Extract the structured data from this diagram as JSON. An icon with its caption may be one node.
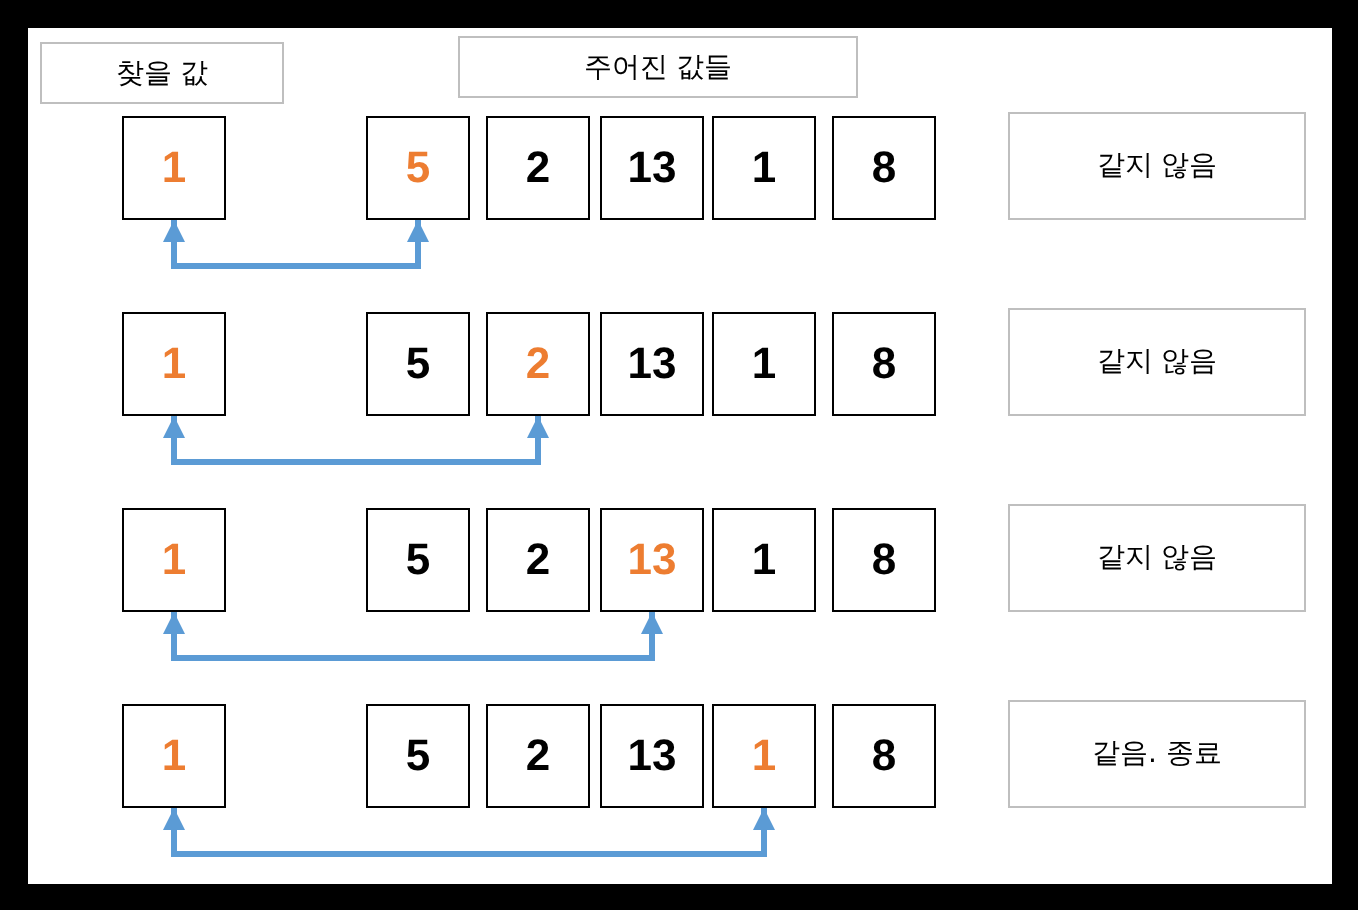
{
  "diagram": {
    "nodes": [
      {
        "text": [
          "찾을 값"
        ]
      },
      {
        "text": [
          "주어진 값들"
        ]
      },
      {
        "text": [
          "1"
        ]
      },
      {
        "text": [
          "5"
        ]
      },
      {
        "text": [
          "2"
        ]
      },
      {
        "text": [
          "13"
        ]
      },
      {
        "text": [
          "1"
        ]
      },
      {
        "text": [
          "8"
        ]
      },
      {
        "text": [
          "같지 않음"
        ]
      },
      {
        "text": [
          "1"
        ]
      },
      {
        "text": [
          "5"
        ]
      },
      {
        "text": [
          "2"
        ]
      },
      {
        "text": [
          "13"
        ]
      },
      {
        "text": [
          "1"
        ]
      },
      {
        "text": [
          "8"
        ]
      },
      {
        "text": [
          "같지 않음"
        ]
      },
      {
        "text": [
          "1"
        ]
      },
      {
        "text": [
          "5"
        ]
      },
      {
        "text": [
          "2"
        ]
      },
      {
        "text": [
          "13"
        ]
      },
      {
        "text": [
          "1"
        ]
      },
      {
        "text": [
          "8"
        ]
      },
      {
        "text": [
          "같지 않음"
        ]
      },
      {
        "text": [
          "1"
        ]
      },
      {
        "text": [
          "5"
        ]
      },
      {
        "text": [
          "2"
        ]
      },
      {
        "text": [
          "13"
        ]
      },
      {
        "text": [
          "1"
        ]
      },
      {
        "text": [
          "8"
        ]
      },
      {
        "text": [
          "같음. 종료"
        ]
      }
    ],
    "edges": [
      {
        "from": 2,
        "to": 3,
        "arrow": "both"
      },
      {
        "from": 9,
        "to": 11,
        "arrow": "both"
      },
      {
        "from": 16,
        "to": 19,
        "arrow": "both"
      },
      {
        "from": 23,
        "to": 27,
        "arrow": "both"
      }
    ]
  }
}
